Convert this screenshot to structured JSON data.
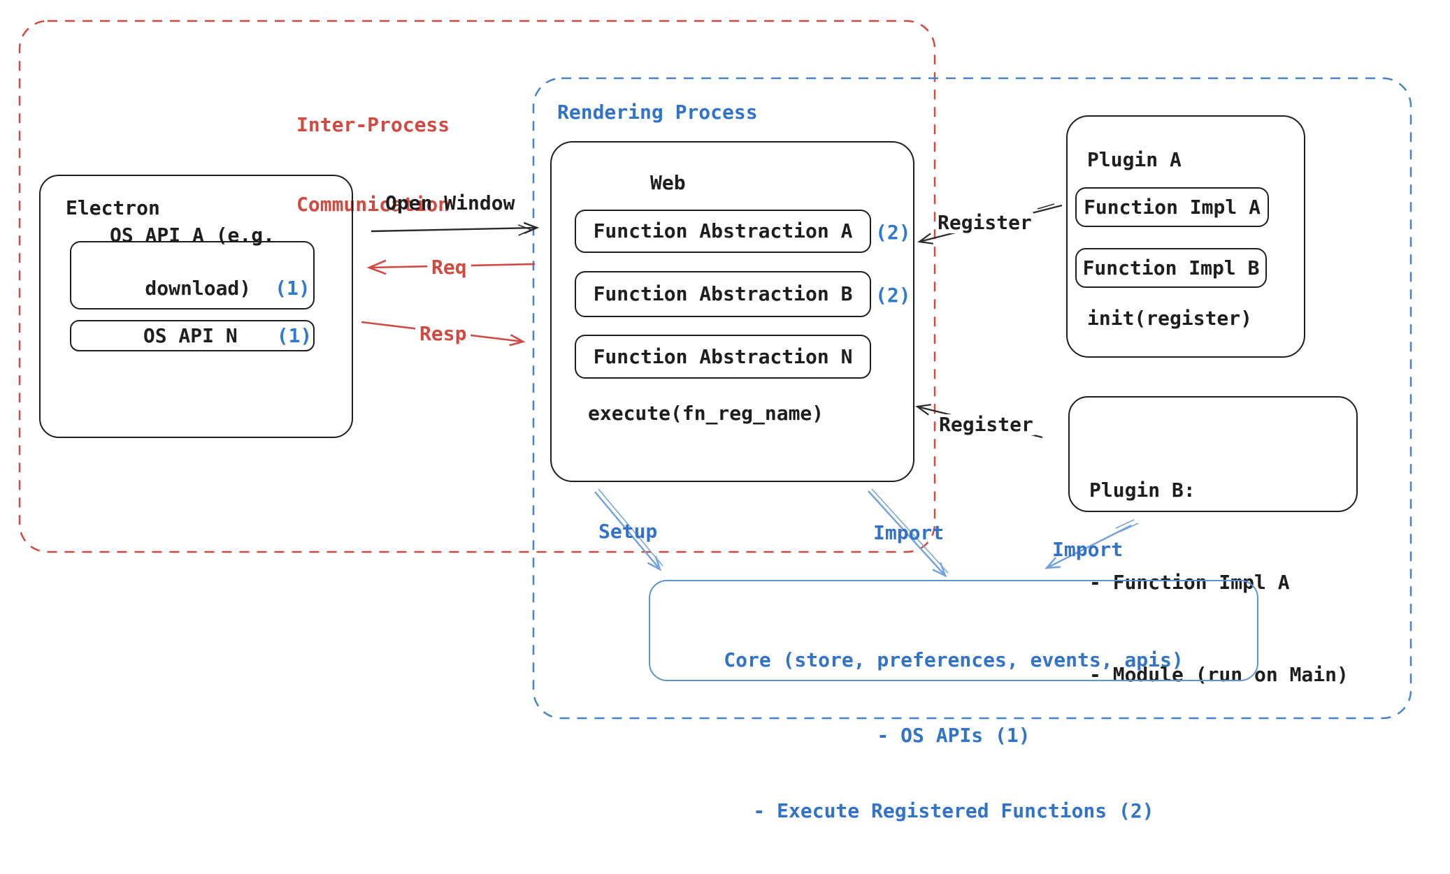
{
  "colors": {
    "red": "#d04a42",
    "blue_text": "#3273c8",
    "blue_dash": "#4583cd",
    "blue_arrow": "#74a3dc",
    "core_border": "#5e93d2",
    "black": "#1e1e1e"
  },
  "ipc_region": {
    "label_line1": "Inter-Process",
    "label_line2": "Communication"
  },
  "rendering_region": {
    "label": "Rendering Process"
  },
  "electron": {
    "title": "Electron",
    "api_a": {
      "line1": "OS API A (e.g.",
      "line2": "download)",
      "badge": "(1)"
    },
    "api_n": {
      "label": "OS API N",
      "badge": "(1)"
    }
  },
  "web": {
    "title": "Web",
    "items": [
      {
        "label": "Function Abstraction A",
        "badge": "(2)"
      },
      {
        "label": "Function Abstraction B",
        "badge": "(2)"
      },
      {
        "label": "Function Abstraction N",
        "badge": ""
      }
    ],
    "execute_label": "execute(fn_reg_name)"
  },
  "plugin_a": {
    "title": "Plugin A",
    "impl_a": "Function Impl A",
    "impl_b": "Function Impl B",
    "init_label": "init(register)"
  },
  "plugin_b": {
    "line1": "Plugin B:",
    "line2": "- Function Impl A",
    "line3": "- Module (run on Main)"
  },
  "core": {
    "line1": "Core (store, preferences, events, apis)",
    "line2": "- OS APIs (1)",
    "line3": "- Execute Registered Functions (2)"
  },
  "arrows": {
    "open_window": "Open Window",
    "req": "Req",
    "resp": "Resp",
    "register_top": "Register",
    "register_bottom": "Register",
    "setup": "Setup",
    "import_web": "Import",
    "import_plugin_b": "Import"
  }
}
